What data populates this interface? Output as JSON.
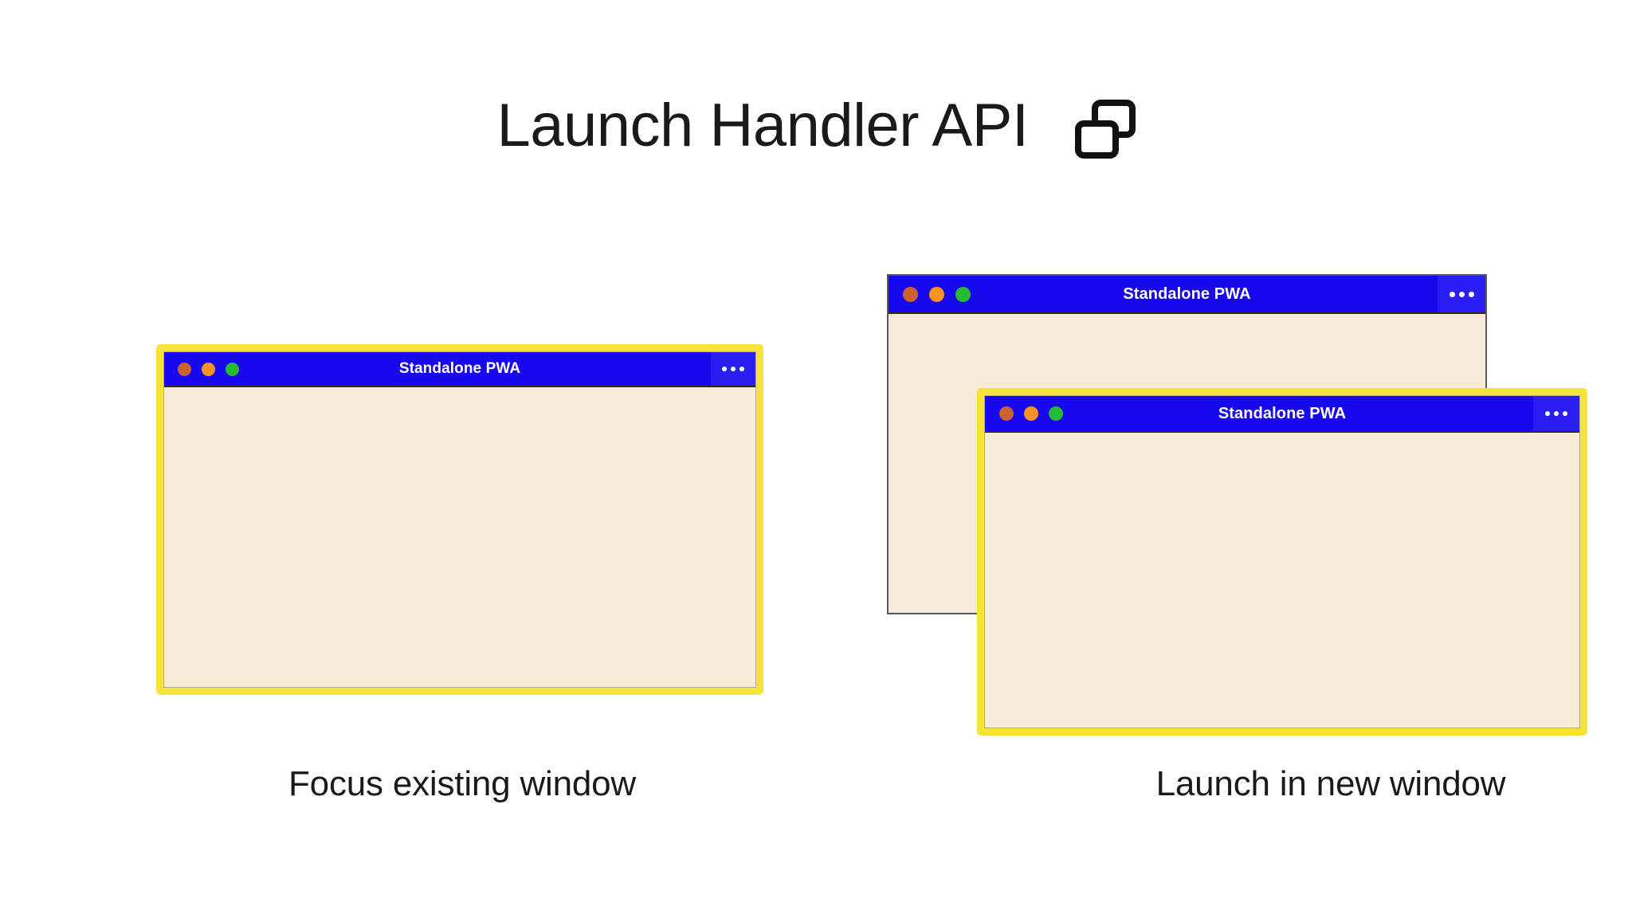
{
  "page": {
    "background_color": "#ffffff"
  },
  "header": {
    "title": "Launch Handler API",
    "icon_name": "multi-window-icon"
  },
  "colors": {
    "titlebar_blue": "#1708ef",
    "menu_blue": "#2b1ef5",
    "focus_yellow": "#f7e23a",
    "window_body_cream": "#f8ead9",
    "dot_close": "#cb6330",
    "dot_minimize": "#f7931e",
    "dot_maximize": "#25bb35",
    "text_dark": "#1a1a1a",
    "unfocused_border": "#58585a"
  },
  "windows": {
    "left": {
      "id": "window-left",
      "title": "Standalone PWA",
      "focused": true,
      "menu_icon_name": "overflow-menu-icon",
      "traffic_lights": [
        "close",
        "minimize",
        "maximize"
      ]
    },
    "back": {
      "id": "window-back",
      "title": "Standalone PWA",
      "focused": false,
      "menu_icon_name": "overflow-menu-icon",
      "traffic_lights": [
        "close",
        "minimize",
        "maximize"
      ]
    },
    "front": {
      "id": "window-front",
      "title": "Standalone PWA",
      "focused": true,
      "menu_icon_name": "overflow-menu-icon",
      "traffic_lights": [
        "close",
        "minimize",
        "maximize"
      ]
    }
  },
  "captions": {
    "left": "Focus existing window",
    "right": "Launch in new window"
  }
}
